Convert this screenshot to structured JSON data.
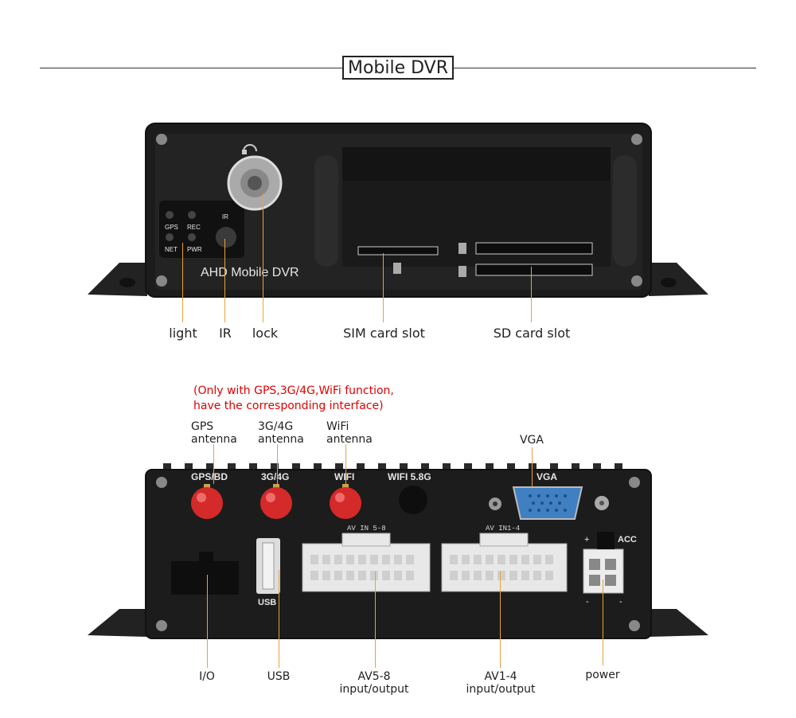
{
  "title": "Mobile DVR",
  "front": {
    "brand": "AHD Mobile DVR",
    "leds": [
      "GPS",
      "REC",
      "NET",
      "PWR"
    ],
    "ir_label": "IR",
    "labels": {
      "light": "light",
      "ir": "IR",
      "lock": "lock",
      "sim": "SIM card slot",
      "sd": "SD card slot"
    }
  },
  "note": {
    "line1": "(Only with GPS,3G/4G,WiFi function,",
    "line2": "have the corresponding interface)"
  },
  "rear": {
    "antenna_labels": {
      "gps_1": "GPS",
      "gps_2": "antenna",
      "g4_1": "3G/4G",
      "g4_2": "antenna",
      "wifi_1": "WiFi",
      "wifi_2": "antenna"
    },
    "vga_callout": "VGA",
    "panel_text": {
      "gps_bd": "GPS/BD",
      "g34": "3G/4G",
      "wifi": "WIFI",
      "wifi58": "WIFI 5.8G",
      "vga": "VGA",
      "acc": "ACC",
      "usb": "USB",
      "av_in_58": "AV IN 5-8",
      "av_in_14": "AV IN1-4",
      "plus": "+",
      "minus": "-"
    },
    "labels": {
      "io": "I/O",
      "usb": "USB",
      "av58_1": "AV5-8",
      "av58_2": "input/output",
      "av14_1": "AV1-4",
      "av14_2": "input/output",
      "power": "power"
    }
  },
  "colors": {
    "device_body": "#1a1a1a",
    "callout_line": "#e8a23b",
    "note_text": "#e00000",
    "antenna": "#d42a2a",
    "vga_port": "#3f7fc2"
  }
}
